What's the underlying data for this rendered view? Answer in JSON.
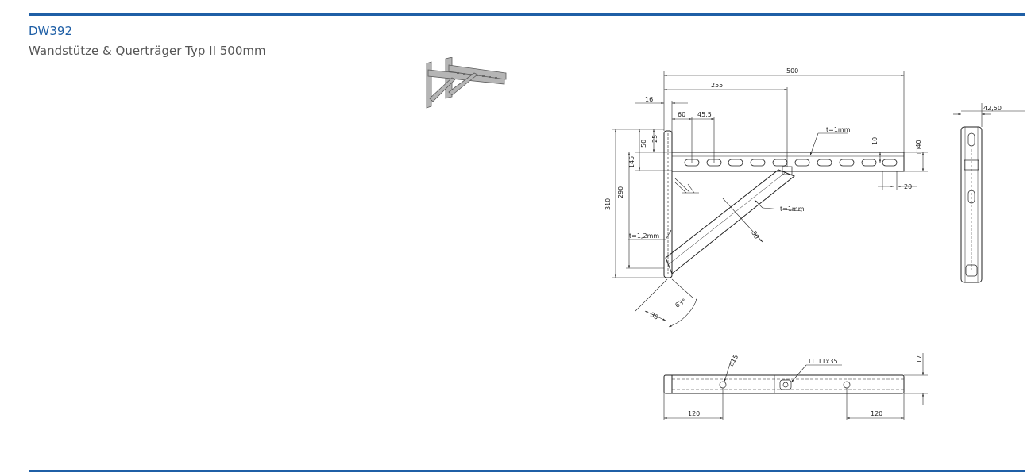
{
  "header": {
    "code": "DW392",
    "subtitle": "Wandstütze & Querträger Typ II 500mm"
  },
  "drawing": {
    "side_view": {
      "dims": {
        "total_length": "500",
        "hole_offset": "255",
        "edge_offset": "16",
        "first_slot": "60",
        "slot_pitch": "45,5",
        "top_margin": "25",
        "slot_height": "50",
        "strut_height": "145",
        "inner_height": "290",
        "total_height": "310",
        "arm_height": "10",
        "profile": "□40",
        "slot_end": "20",
        "arm_thickness": "t=1mm",
        "strut_thickness": "t=1mm",
        "strut_width": "30",
        "upright_thickness": "t=1,2mm",
        "foot_width": "30",
        "foot_angle": "63°"
      }
    },
    "end_view": {
      "dims": {
        "width": "42,50"
      }
    },
    "bottom_view": {
      "dims": {
        "hole_dia": "⌀15",
        "slot": "LL 11x35",
        "height": "17",
        "left_hole": "120",
        "right_hole": "120"
      }
    }
  }
}
